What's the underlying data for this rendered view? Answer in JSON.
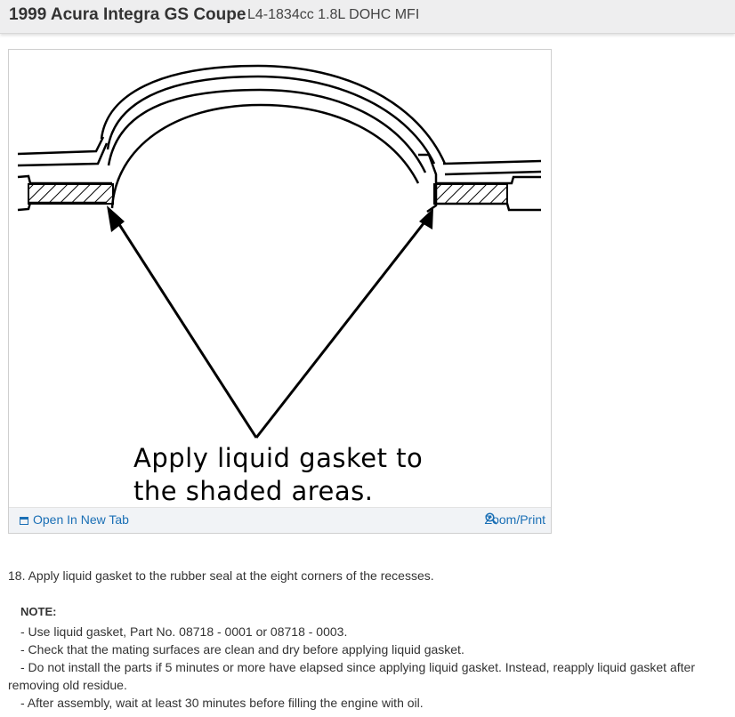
{
  "header": {
    "title": "1999 Acura Integra GS Coupe",
    "subtitle": "L4-1834cc 1.8L DOHC MFI"
  },
  "figure": {
    "caption_line1": "Apply liquid gasket to",
    "caption_line2": "the shaded areas.",
    "open_label": "Open In New Tab",
    "zoom_label": "Zoom/Print"
  },
  "step": "18. Apply liquid gasket to the rubber seal at the eight corners of the recesses.",
  "note_label": "NOTE:",
  "notes": [
    "-  Use liquid gasket, Part No. 08718 - 0001 or 08718 - 0003.",
    "-  Check that the mating surfaces are clean and dry before applying liquid gasket.",
    "-  Do not install the parts if 5 minutes or more have elapsed since applying liquid gasket. Instead, reapply liquid gasket after removing old residue.",
    "-  After assembly, wait at least 30 minutes before filling the engine with oil."
  ],
  "colors": {
    "link": "#1a6fb5",
    "header_bg": "#eeeeef"
  }
}
